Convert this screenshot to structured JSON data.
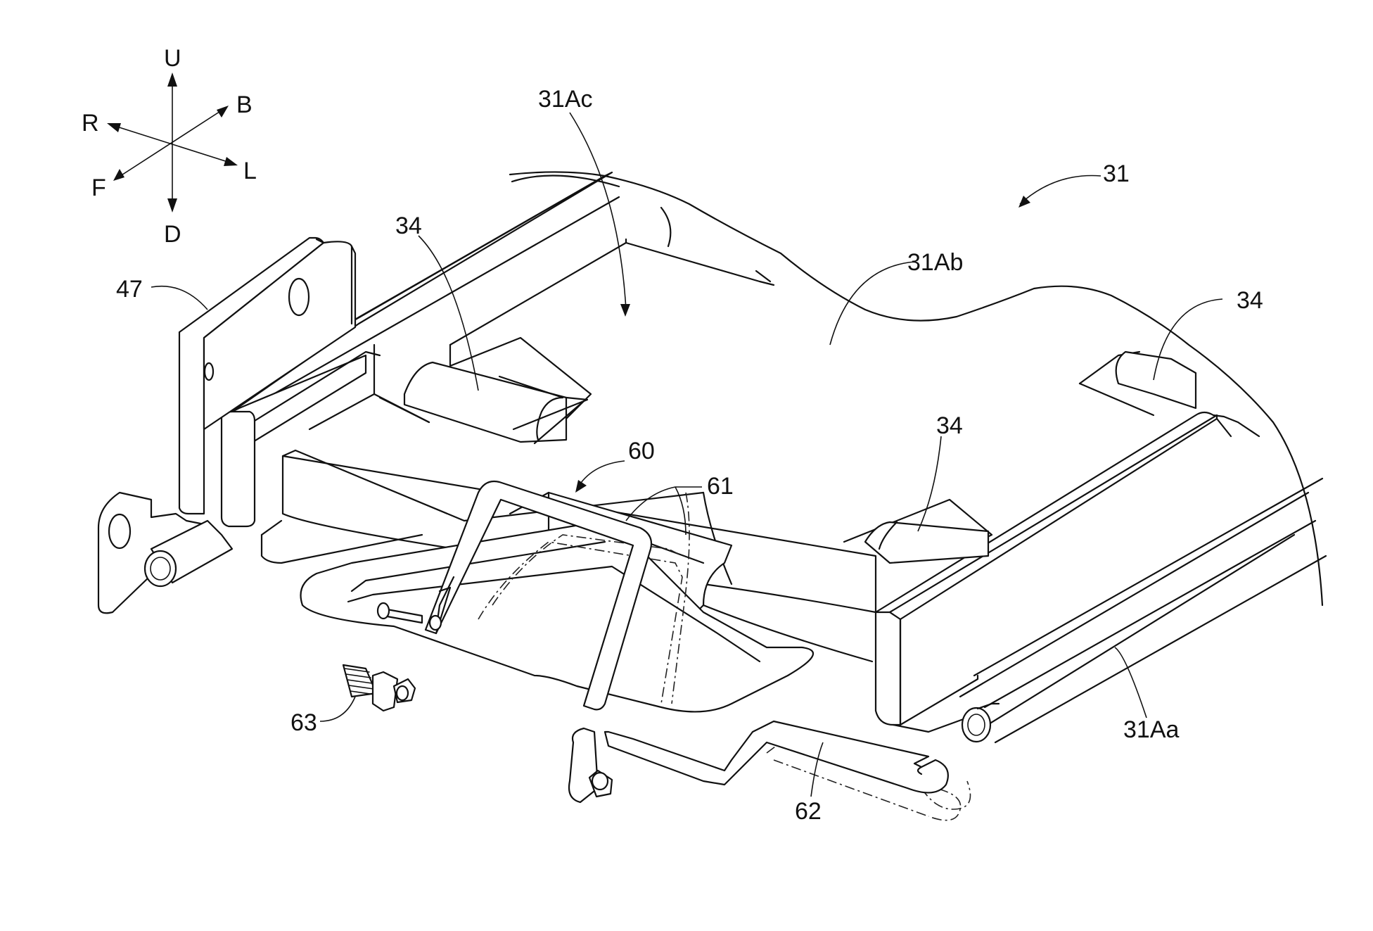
{
  "compass": {
    "up": "U",
    "down": "D",
    "back": "B",
    "front": "F",
    "right": "R",
    "left": "L"
  },
  "labels": {
    "seat_assembly": "31",
    "upper_surface": "31Ac",
    "seat_body": "31Ab",
    "cushion_support_a": "34",
    "cushion_support_b": "34",
    "cushion_support_c": "34",
    "bracket": "47",
    "lock_mechanism": "60",
    "lever": "61",
    "rod": "62",
    "spring": "63",
    "pipe": "31Aa"
  }
}
